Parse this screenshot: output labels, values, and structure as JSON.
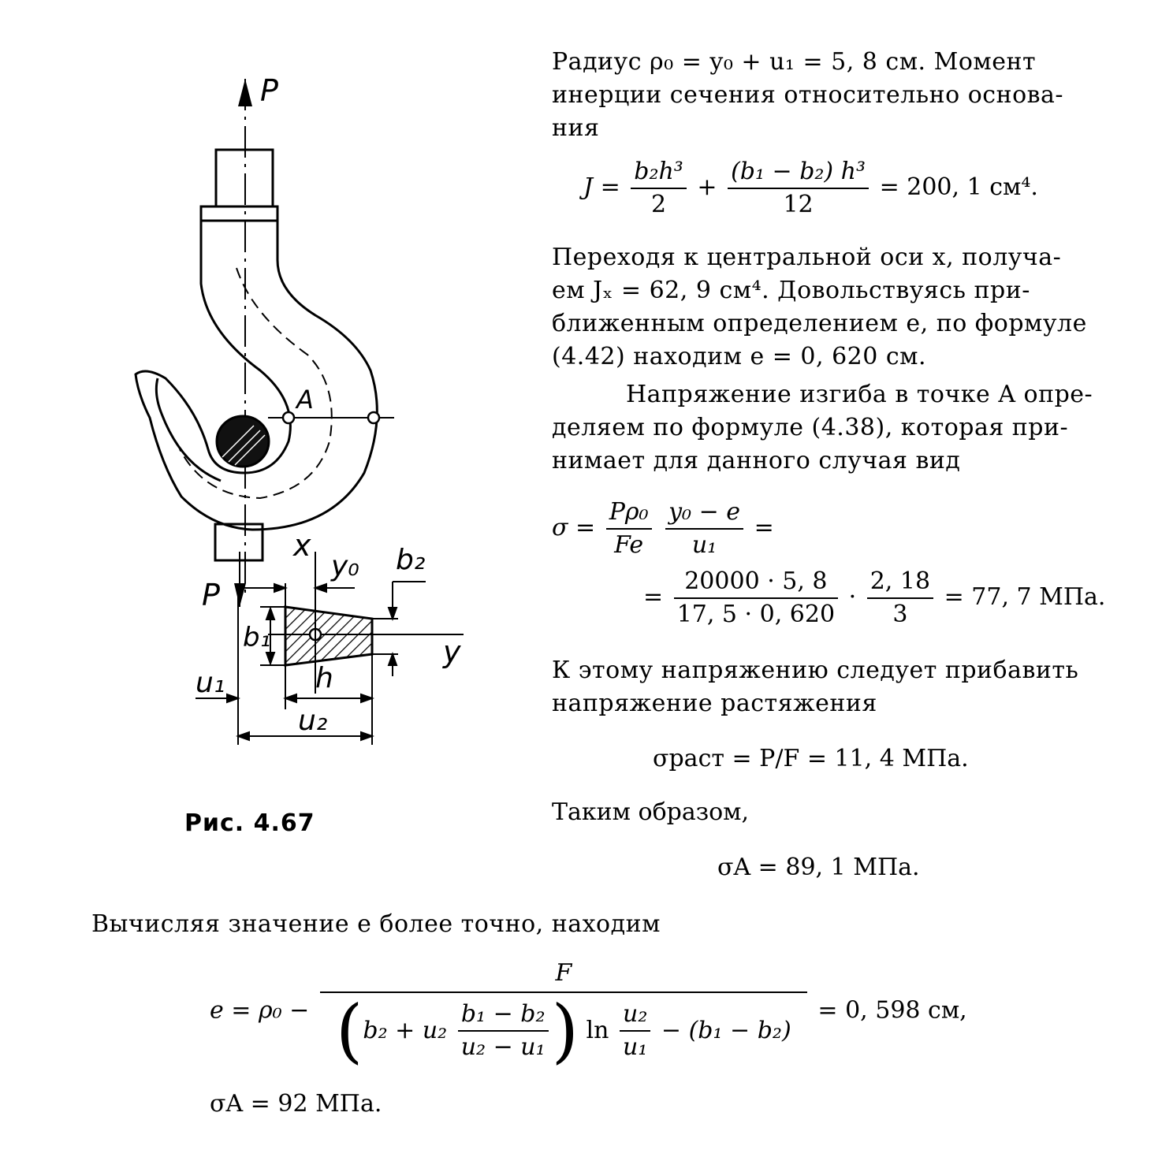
{
  "figure": {
    "caption": "Рис. 4.67",
    "labels": {
      "P_top": "P",
      "P_bottom": "P",
      "A": "A",
      "x": "x",
      "y": "y",
      "y0": "y₀",
      "b1": "b₁",
      "b2": "b₂",
      "h": "h",
      "u1": "u₁",
      "u2": "u₂"
    }
  },
  "right": {
    "p1": [
      "Радиус ρ₀ = y₀ + u₁ = 5, 8 см. Момент",
      "инерции сечения относительно основа-",
      "ния"
    ],
    "eq1": {
      "lhs": "J =",
      "f1n": "b₂h³",
      "f1d": "2",
      "plus": "+",
      "f2n": "(b₁ − b₂) h³",
      "f2d": "12",
      "rhs": "= 200, 1 см⁴."
    },
    "p2": [
      "Переходя к центральной оси x, получа-",
      "ем Jₓ = 62, 9 см⁴. Довольствуясь при-",
      "ближенным определением e, по формуле",
      "(4.42) находим e = 0, 620 см."
    ],
    "p3": [
      "Напряжение изгиба в точке A опре-",
      "деляем по формуле (4.38), которая при-",
      "нимает для данного случая вид"
    ],
    "eq2": {
      "lhs": "σ =",
      "f1n": "Pρ₀",
      "f1d": "Fe",
      "f2n": "y₀ − e",
      "f2d": "u₁",
      "eq": "="
    },
    "eq3": {
      "lhs": "=",
      "f1n": "20000 · 5, 8",
      "f1d": "17, 5 · 0, 620",
      "dot": "·",
      "f2n": "2, 18",
      "f2d": "3",
      "rhs": "= 77, 7 МПа."
    },
    "p4": [
      "К этому напряжению следует прибавить",
      "напряжение растяжения"
    ],
    "eq4": "σраст = P/F = 11, 4 МПа.",
    "p5": "Таким образом,",
    "eq5": "σA = 89, 1 МПа."
  },
  "bottom": {
    "p6": "Вычисляя значение e более точно, находим",
    "eq6": {
      "lhs": "e = ρ₀ −",
      "num": "F",
      "b2u2": "b₂ + u₂",
      "inner_n": "b₁ − b₂",
      "inner_d": "u₂ − u₁",
      "ln": "ln",
      "ln_n": "u₂",
      "ln_d": "u₁",
      "tail": "− (b₁ − b₂)",
      "rhs": "= 0, 598 см,"
    },
    "eq7": "σA = 92 МПа."
  }
}
